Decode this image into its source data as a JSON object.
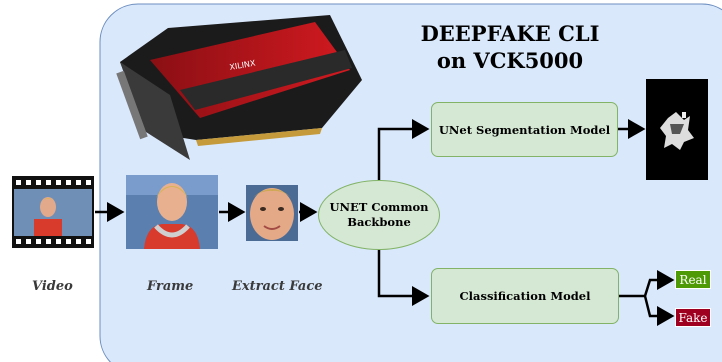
{
  "title": {
    "line1": "DEEPFAKE CLI",
    "line2": "on VCK5000"
  },
  "card": {
    "brand": "XILINX"
  },
  "captions": {
    "video": "Video",
    "frame": "Frame",
    "extract_face": "Extract Face"
  },
  "nodes": {
    "backbone": {
      "line1": "UNET Common",
      "line2": "Backbone"
    },
    "segmentation": "UNet Segmentation Model",
    "classification": "Classification Model"
  },
  "outputs": {
    "real": {
      "label": "Real",
      "color": "#4e9a06"
    },
    "fake": {
      "label": "Fake",
      "color": "#a00020"
    }
  },
  "colors": {
    "panel": "#dae8fc",
    "panel_border": "#6c8ebf",
    "box_fill": "#d5e8d4",
    "box_border": "#82b366"
  }
}
